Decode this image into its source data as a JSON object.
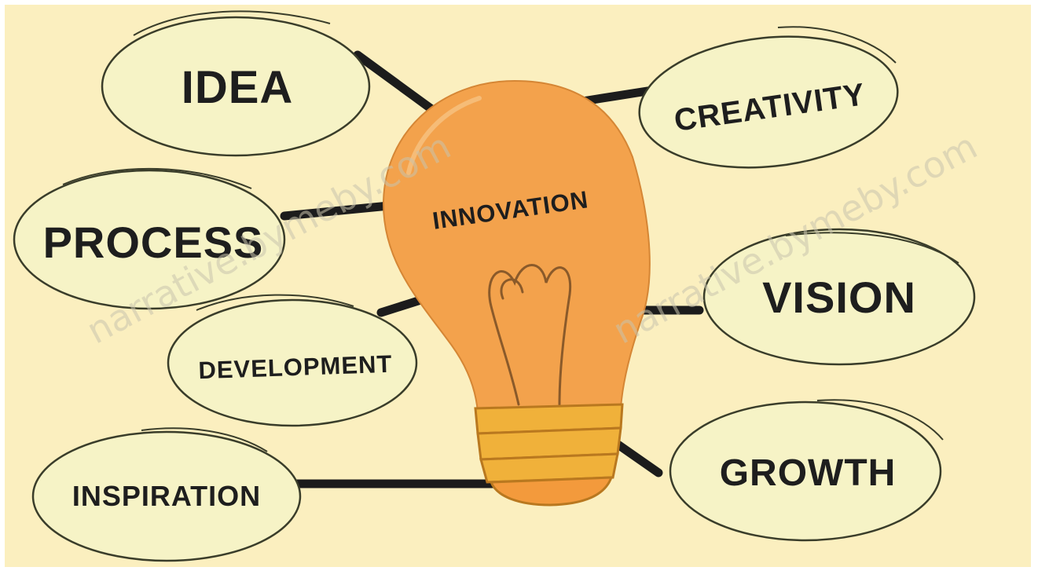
{
  "diagram": {
    "center_label": "INNOVATION",
    "nodes": [
      {
        "id": "idea",
        "label": "IDEA"
      },
      {
        "id": "creativity",
        "label": "CREATIVITY"
      },
      {
        "id": "process",
        "label": "PROCESS"
      },
      {
        "id": "vision",
        "label": "VISION"
      },
      {
        "id": "development",
        "label": "DEVELOPMENT"
      },
      {
        "id": "growth",
        "label": "GROWTH"
      },
      {
        "id": "inspiration",
        "label": "INSPIRATION"
      }
    ]
  },
  "watermark": {
    "left": "narrative.bymeby.com",
    "right": "narrative.bymeby.com"
  },
  "colors": {
    "background": "#fbefbf",
    "bulb": "#f3a24c",
    "bulb_base": "#f0b13a",
    "ellipse_fill": "#f6f3c6",
    "ellipse_stroke": "#3a3d2a",
    "connector": "#1c1c1c"
  }
}
